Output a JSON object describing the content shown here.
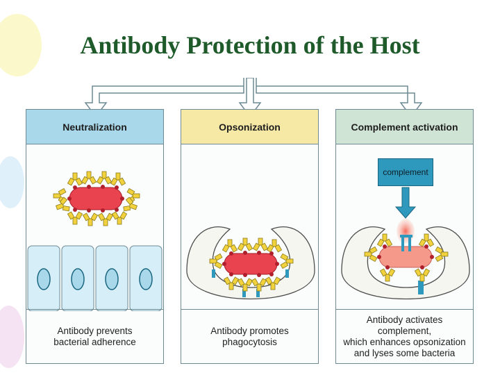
{
  "title": "Antibody Protection of the Host",
  "colors": {
    "title": "#1f5a2a",
    "neutralization_header": "#a8d8ea",
    "opsonization_header": "#f6e9a6",
    "complement_header": "#cfe4d4",
    "bacterium": "#e8434f",
    "bacterium_lysed": "#f59a8a",
    "antibody": "#f1d23d",
    "complement": "#2f99bd"
  },
  "panels": [
    {
      "header": "Neutralization",
      "caption": "Antibody prevents\nbacterial adherence"
    },
    {
      "header": "Opsonization",
      "caption": "Antibody promotes\nphagocytosis"
    },
    {
      "header": "Complement activation",
      "caption": "Antibody activates complement,\nwhich enhances opsonization\nand lyses some bacteria",
      "complement_label": "complement"
    }
  ]
}
